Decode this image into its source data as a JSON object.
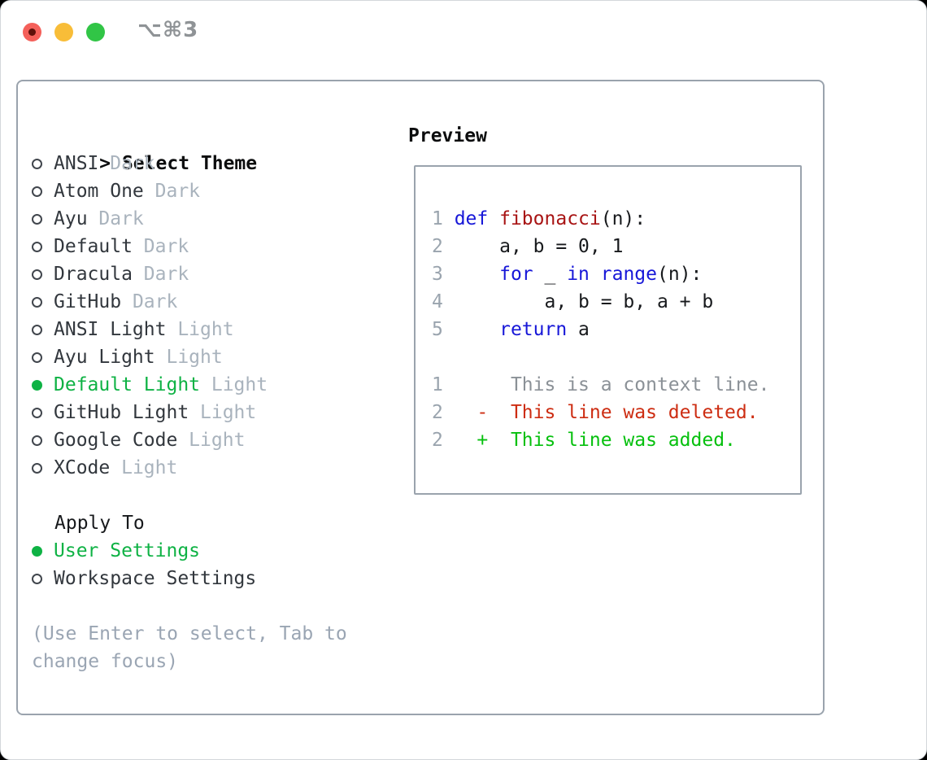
{
  "window": {
    "title": "⌥⌘3"
  },
  "traffic_lights": {
    "close_color": "#f4605a",
    "close_dot_color": "#5e100a",
    "minimize_color": "#f8bd38",
    "zoom_color": "#31c546"
  },
  "colors": {
    "selected_green": "#0eb244",
    "item_text": "#32373d",
    "variant_text": "#a9b3bd",
    "radio_stroke": "#41464d",
    "hint_text": "#9aa5b3",
    "header_text": "#0c0d0e",
    "border": "#9aa3ad",
    "window_title": "#8f9396",
    "background": "#ffffff"
  },
  "theme_panel": {
    "header": {
      "cursor": ">",
      "label": "Select Theme"
    },
    "themes": [
      {
        "name": "ANSI",
        "variant": "Dark",
        "selected": false
      },
      {
        "name": "Atom One",
        "variant": "Dark",
        "selected": false
      },
      {
        "name": "Ayu",
        "variant": "Dark",
        "selected": false
      },
      {
        "name": "Default",
        "variant": "Dark",
        "selected": false
      },
      {
        "name": "Dracula",
        "variant": "Dark",
        "selected": false
      },
      {
        "name": "GitHub",
        "variant": "Dark",
        "selected": false
      },
      {
        "name": "ANSI Light",
        "variant": "Light",
        "selected": false
      },
      {
        "name": "Ayu Light",
        "variant": "Light",
        "selected": false
      },
      {
        "name": "Default Light",
        "variant": "Light",
        "selected": true
      },
      {
        "name": "GitHub Light",
        "variant": "Light",
        "selected": false
      },
      {
        "name": "Google Code",
        "variant": "Light",
        "selected": false
      },
      {
        "name": "XCode",
        "variant": "Light",
        "selected": false
      }
    ],
    "apply_to": {
      "header": "Apply To",
      "options": [
        {
          "label": "User Settings",
          "selected": true
        },
        {
          "label": "Workspace Settings",
          "selected": false
        }
      ]
    },
    "hint_lines": [
      "(Use Enter to select, Tab to",
      "change focus)"
    ]
  },
  "preview": {
    "header": "Preview",
    "token_colors": {
      "kw": "#1717d8",
      "fn": "#a81414",
      "df": "#17191c",
      "num": "#9aa4ae",
      "ctx": "#8b9197",
      "del": "#cd2d12",
      "add": "#06c00e"
    },
    "code_lines": [
      {
        "num": "1",
        "tokens": [
          [
            "def",
            "kw"
          ],
          [
            " ",
            "df"
          ],
          [
            "fibonacci",
            "fn"
          ],
          [
            "(n):",
            "df"
          ]
        ]
      },
      {
        "num": "2",
        "tokens": [
          [
            "    a, b = 0, 1",
            "df"
          ]
        ]
      },
      {
        "num": "3",
        "tokens": [
          [
            "    ",
            "df"
          ],
          [
            "for",
            "kw"
          ],
          [
            " _ ",
            "df"
          ],
          [
            "in",
            "kw"
          ],
          [
            " ",
            "df"
          ],
          [
            "range",
            "kw"
          ],
          [
            "(n):",
            "df"
          ]
        ]
      },
      {
        "num": "4",
        "tokens": [
          [
            "        a, b = b, a + b",
            "df"
          ]
        ]
      },
      {
        "num": "5",
        "tokens": [
          [
            "    ",
            "df"
          ],
          [
            "return",
            "kw"
          ],
          [
            " a",
            "df"
          ]
        ]
      },
      {
        "num": "",
        "tokens": []
      },
      {
        "num": "1",
        "tokens": [
          [
            "     This is a context line.",
            "ctx"
          ]
        ]
      },
      {
        "num": "2",
        "tokens": [
          [
            "  ",
            "df"
          ],
          [
            "-  This line was deleted.",
            "del"
          ]
        ]
      },
      {
        "num": "2",
        "tokens": [
          [
            "  ",
            "df"
          ],
          [
            "+  This line was added.",
            "add"
          ]
        ]
      }
    ]
  }
}
